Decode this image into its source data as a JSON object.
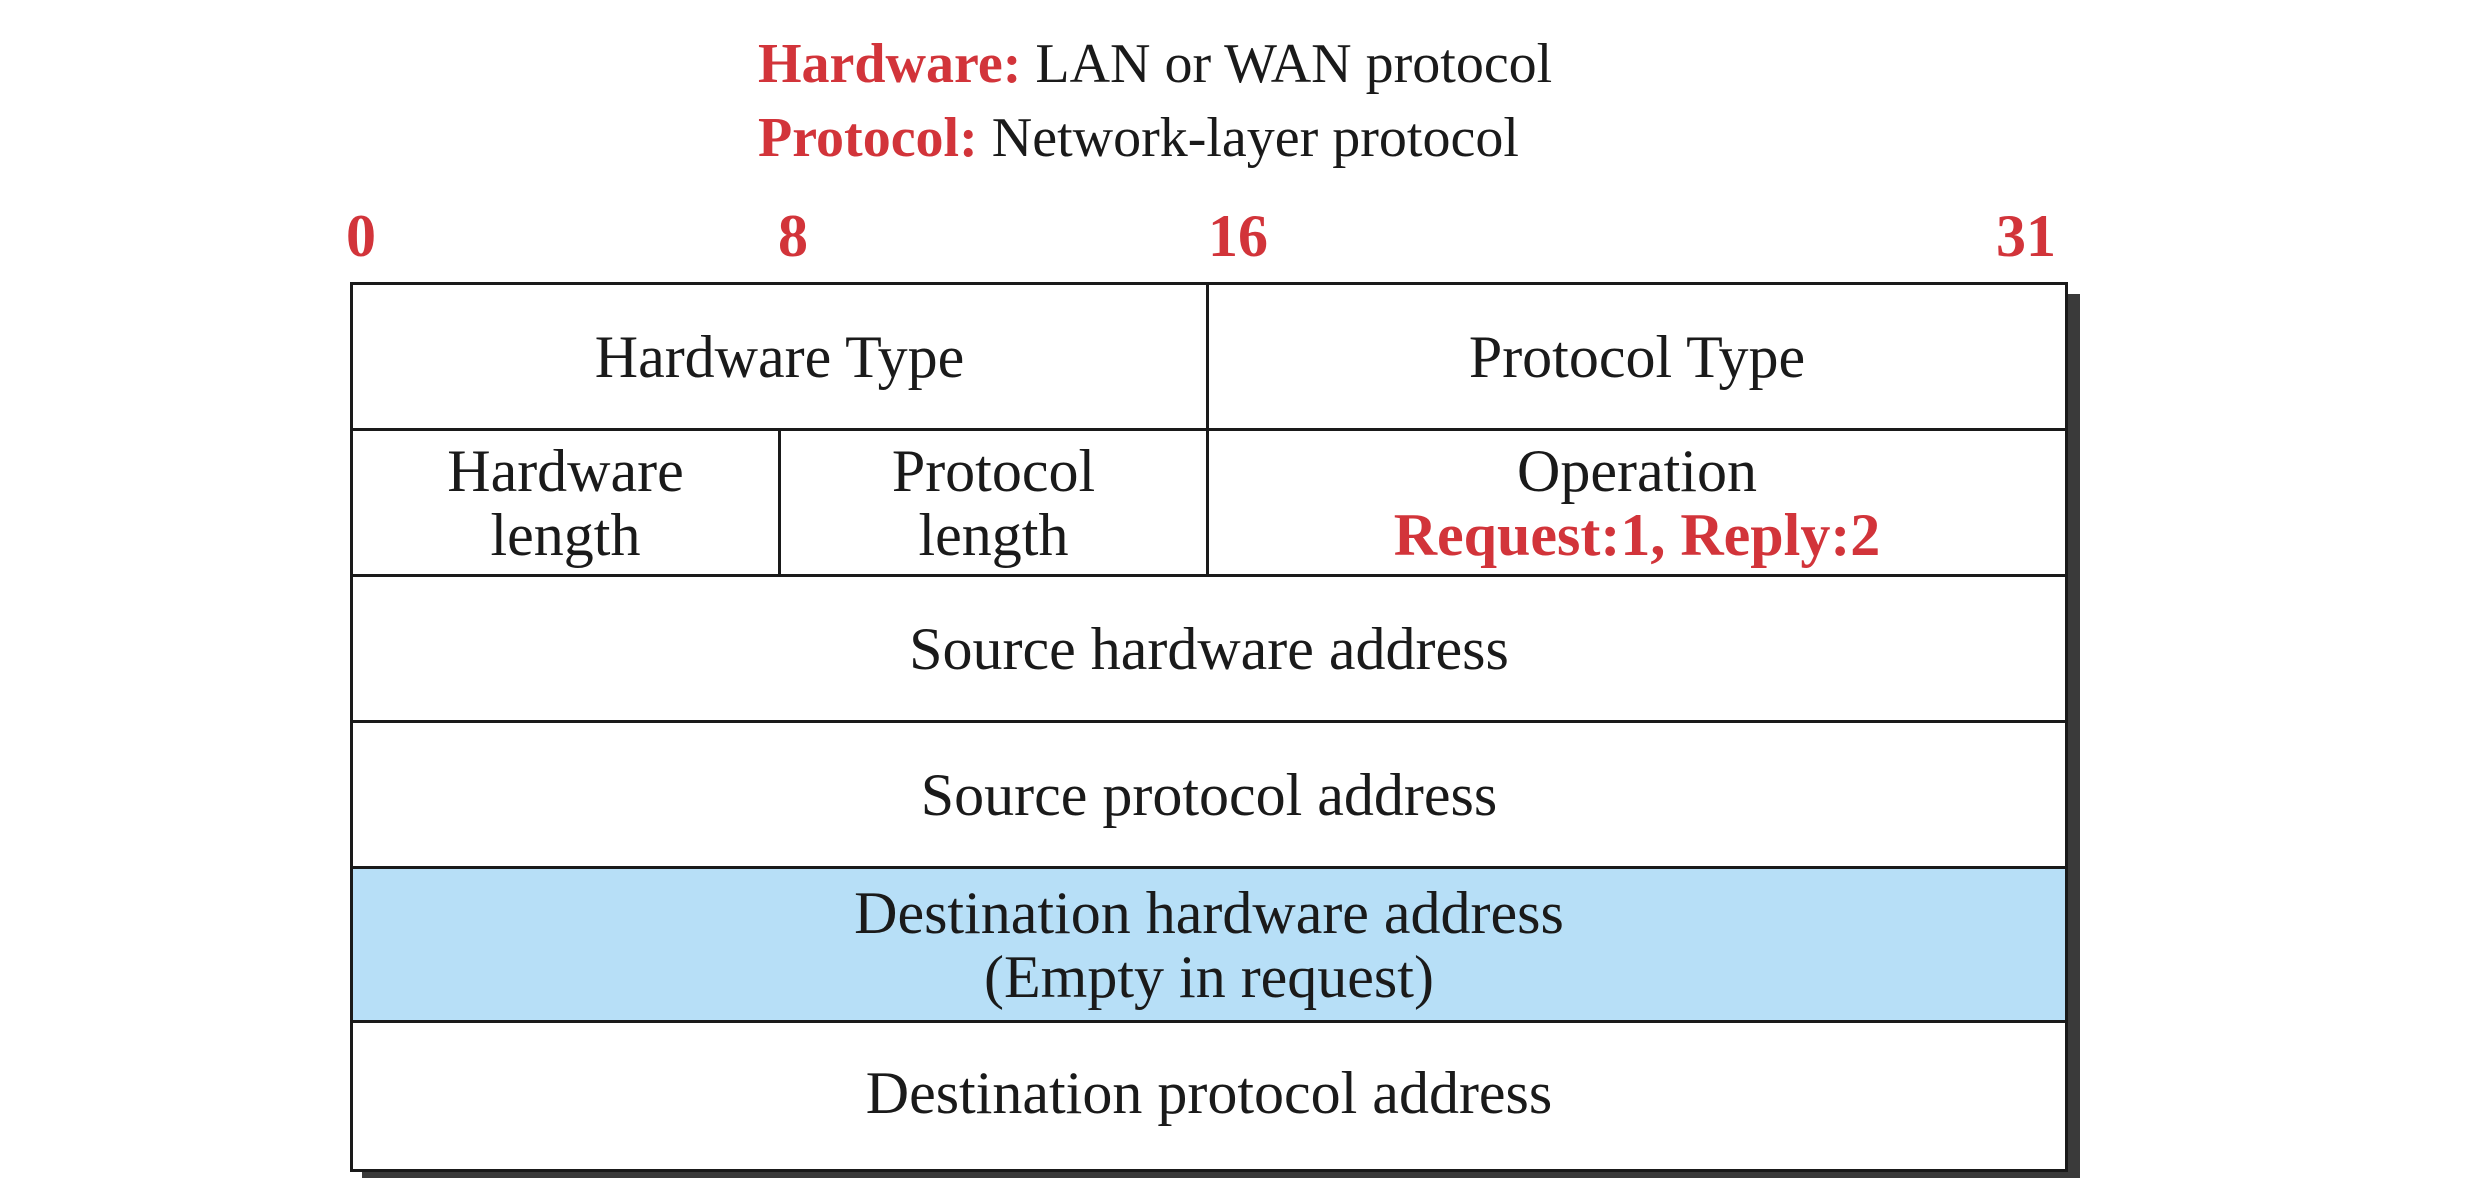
{
  "legend": {
    "hardware_key": "Hardware:",
    "hardware_value": "LAN or WAN protocol",
    "protocol_key": "Protocol:",
    "protocol_value": "Network-layer protocol"
  },
  "bit_labels": [
    "0",
    "8",
    "16",
    "31"
  ],
  "fields": {
    "hardware_type": "Hardware Type",
    "protocol_type": "Protocol Type",
    "hardware_length_line1": "Hardware",
    "hardware_length_line2": "length",
    "protocol_length_line1": "Protocol",
    "protocol_length_line2": "length",
    "operation": "Operation",
    "operation_values": "Request:1, Reply:2",
    "source_hardware_address": "Source hardware address",
    "source_protocol_address": "Source protocol address",
    "destination_hardware_address": "Destination hardware  address",
    "destination_hardware_note": "(Empty in request)",
    "destination_protocol_address": "Destination protocol address"
  },
  "colors": {
    "accent_red": "#d2343a",
    "highlight_blue": "#b7dff7",
    "border": "#1a1a1a"
  }
}
